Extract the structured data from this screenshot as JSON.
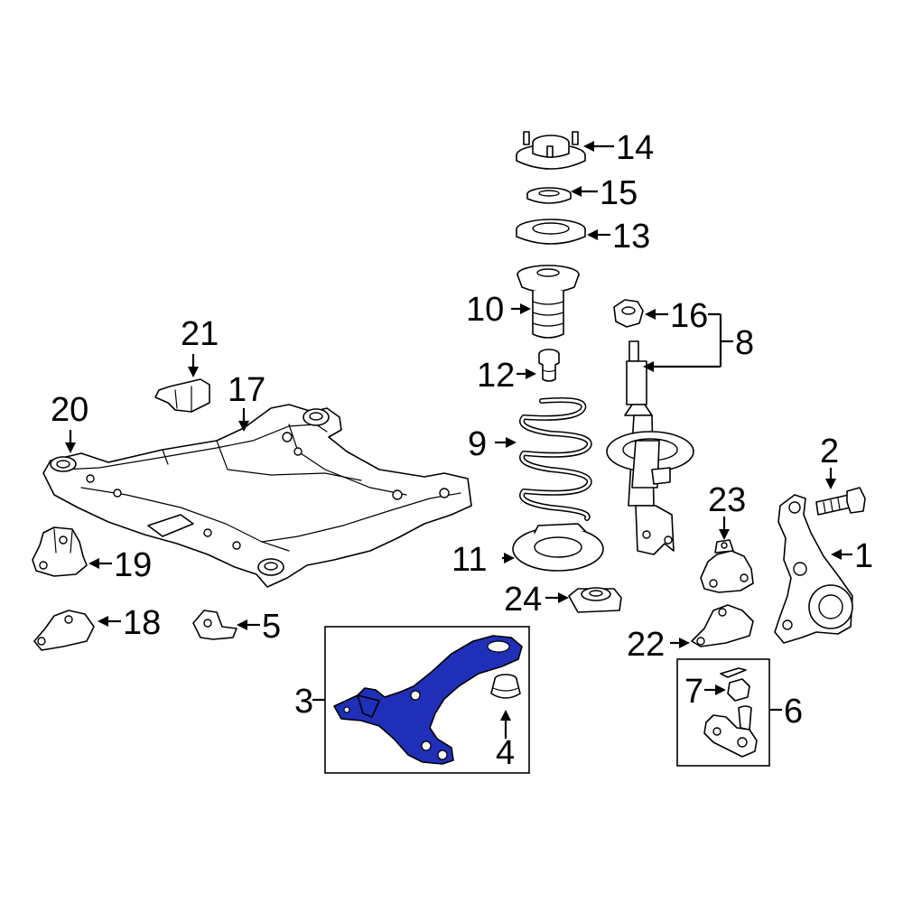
{
  "diagram": {
    "highlight_color": "#1f2fb8",
    "callouts": {
      "c1": "1",
      "c2": "2",
      "c3": "3",
      "c4": "4",
      "c5": "5",
      "c6": "6",
      "c7": "7",
      "c8": "8",
      "c9": "9",
      "c10": "10",
      "c11": "11",
      "c12": "12",
      "c13": "13",
      "c14": "14",
      "c15": "15",
      "c16": "16",
      "c17": "17",
      "c18": "18",
      "c19": "19",
      "c20": "20",
      "c21": "21",
      "c22": "22",
      "c23": "23",
      "c24": "24"
    }
  }
}
